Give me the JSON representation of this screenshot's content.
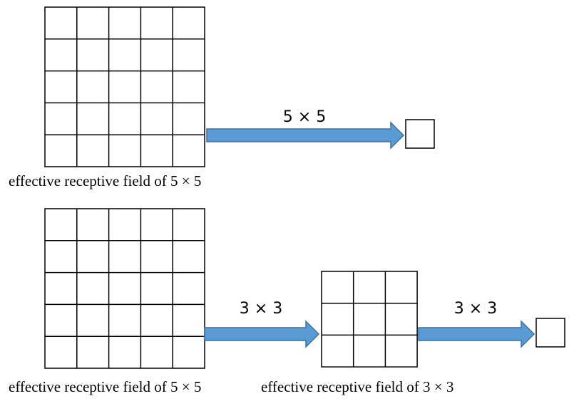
{
  "colors": {
    "arrow_fill": "#5b9bd5",
    "arrow_stroke": "#41719c",
    "grid_stroke": "#000000",
    "background": "#ffffff"
  },
  "top_row": {
    "input_grid": {
      "rows": 5,
      "cols": 5
    },
    "conv_label": "5 × 5",
    "output_grid": {
      "rows": 1,
      "cols": 1
    },
    "caption": "effective receptive field of 5 × 5"
  },
  "bottom_row": {
    "input_grid": {
      "rows": 5,
      "cols": 5
    },
    "first_conv_label": "3 × 3",
    "middle_grid": {
      "rows": 3,
      "cols": 3
    },
    "second_conv_label": "3 × 3",
    "output_grid": {
      "rows": 1,
      "cols": 1
    },
    "caption_left": "effective receptive field of 5 × 5",
    "caption_right": "effective receptive field of 3 × 3"
  }
}
